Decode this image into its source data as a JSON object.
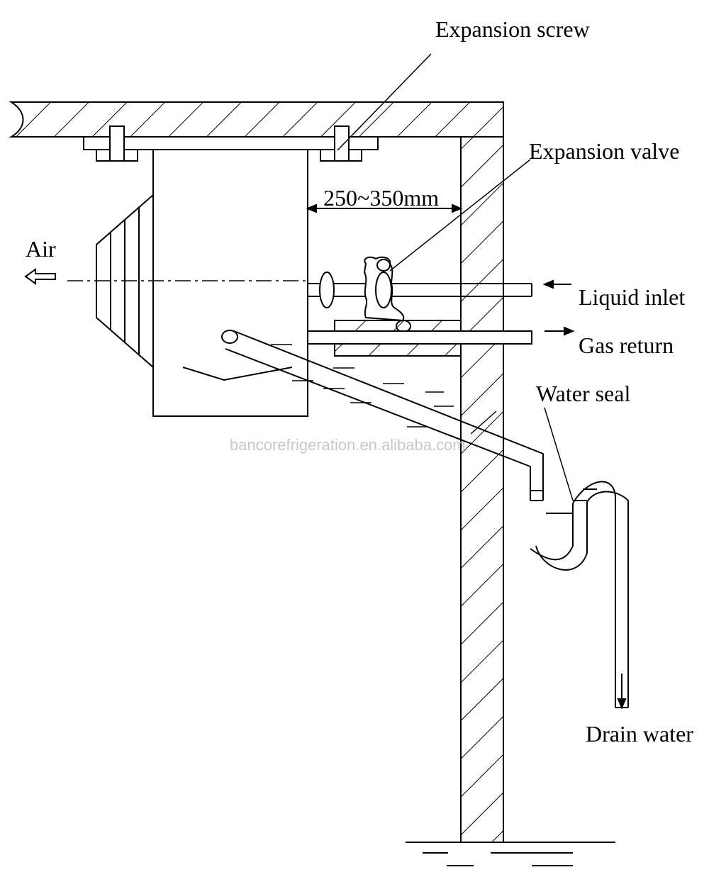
{
  "labels": {
    "expansion_screw": "Expansion screw",
    "expansion_valve": "Expansion valve",
    "distance": "250~350mm",
    "air": "Air",
    "liquid_inlet": "Liquid inlet",
    "gas_return": "Gas return",
    "water_seal": "Water seal",
    "drain_water": "Drain water"
  },
  "watermark": "bancorefrigeration.en.alibaba.com",
  "colors": {
    "line": "#000000",
    "background": "#ffffff",
    "watermark": "#c8c8c8"
  }
}
